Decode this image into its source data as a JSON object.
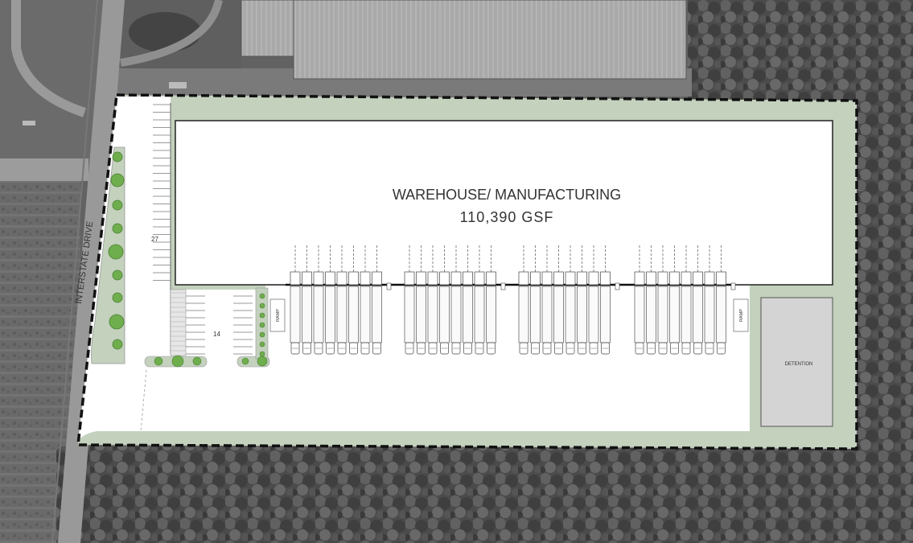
{
  "building": {
    "name": "WAREHOUSE/ MANUFACTURING",
    "area": "110,390 GSF"
  },
  "road": {
    "name": "INTERSTATE DRIVE"
  },
  "parking": {
    "north_lot_count": "27",
    "south_lot_count": "14"
  },
  "ramps": {
    "west_label": "RAMP",
    "east_label": "RAMP"
  },
  "detention": {
    "label": "DETENTION"
  },
  "dock_groups": [
    {
      "doors": 8
    },
    {
      "doors": 8
    },
    {
      "doors": 8
    },
    {
      "doors": 8
    }
  ],
  "colors": {
    "landscape_green": "#c3d1bd",
    "tree_green": "#6fae4d",
    "building_fill": "#ffffff",
    "property_line": "#111111",
    "aerial_gray": "#5a5a5a"
  }
}
